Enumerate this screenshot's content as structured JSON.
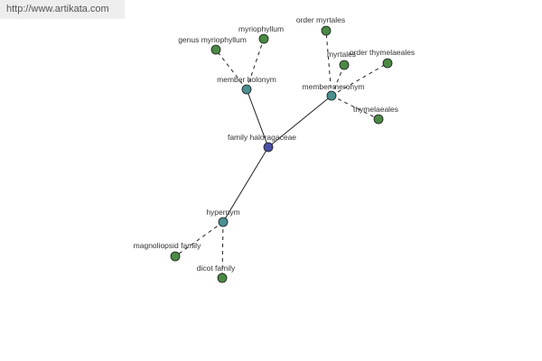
{
  "url": "http://www.artikata.com",
  "colors": {
    "center": "#4a4ea6",
    "relation": "#4a9090",
    "leaf": "#4a8a44"
  },
  "graph": {
    "nodes": [
      {
        "id": "center",
        "label": "family haloragaceae",
        "kind": "center"
      },
      {
        "id": "member-holonym",
        "label": "member holonym",
        "kind": "relation"
      },
      {
        "id": "member-meronym",
        "label": "member meronym",
        "kind": "relation"
      },
      {
        "id": "hypernym",
        "label": "hypernym",
        "kind": "relation"
      },
      {
        "id": "genus-myriophyllum",
        "label": "genus myriophyllum",
        "kind": "leaf"
      },
      {
        "id": "myriophyllum",
        "label": "myriophyllum",
        "kind": "leaf"
      },
      {
        "id": "order-myrtales",
        "label": "order myrtales",
        "kind": "leaf"
      },
      {
        "id": "myrtales",
        "label": "myrtales",
        "kind": "leaf"
      },
      {
        "id": "order-thymelaeales",
        "label": "order thymelaeales",
        "kind": "leaf"
      },
      {
        "id": "thymelaeales",
        "label": "thymelaeales",
        "kind": "leaf"
      },
      {
        "id": "magnoliopsid-family",
        "label": "magnoliopsid family",
        "kind": "leaf"
      },
      {
        "id": "dicot-family",
        "label": "dicot family",
        "kind": "leaf"
      }
    ],
    "edges": [
      {
        "from": "center",
        "to": "member-holonym",
        "style": "solid"
      },
      {
        "from": "center",
        "to": "member-meronym",
        "style": "solid"
      },
      {
        "from": "center",
        "to": "hypernym",
        "style": "solid"
      },
      {
        "from": "member-holonym",
        "to": "genus-myriophyllum",
        "style": "dashed"
      },
      {
        "from": "member-holonym",
        "to": "myriophyllum",
        "style": "dashed"
      },
      {
        "from": "member-meronym",
        "to": "order-myrtales",
        "style": "dashed"
      },
      {
        "from": "member-meronym",
        "to": "myrtales",
        "style": "dashed"
      },
      {
        "from": "member-meronym",
        "to": "order-thymelaeales",
        "style": "dashed"
      },
      {
        "from": "member-meronym",
        "to": "thymelaeales",
        "style": "dashed"
      },
      {
        "from": "hypernym",
        "to": "magnoliopsid-family",
        "style": "dashed"
      },
      {
        "from": "hypernym",
        "to": "dicot-family",
        "style": "dashed"
      }
    ]
  }
}
